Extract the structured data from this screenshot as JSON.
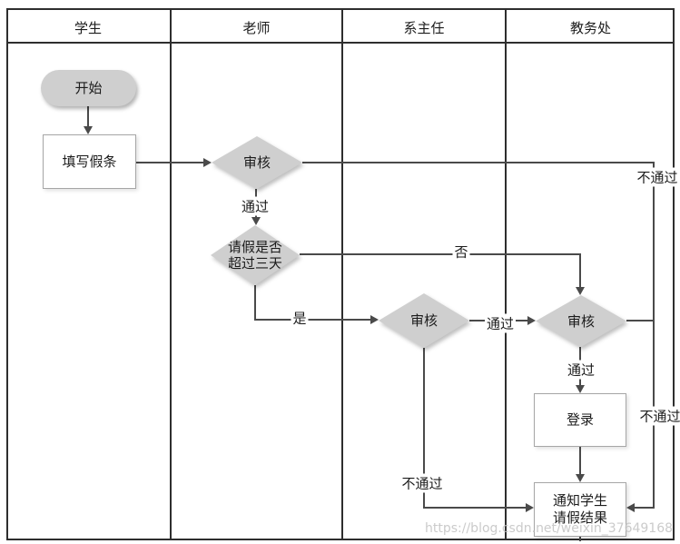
{
  "colors": {
    "frame": "#2e2e2e",
    "flow_line": "#4a4a4a",
    "shape_fill": "#cfcfcf",
    "box_border": "#a6a6a6",
    "text": "#1c1c1c",
    "watermark": "#c2c2c2"
  },
  "lanes": [
    {
      "label": "学生"
    },
    {
      "label": "老师"
    },
    {
      "label": "系主任"
    },
    {
      "label": "教务处"
    }
  ],
  "nodes": {
    "start": {
      "label": "开始",
      "type": "terminator"
    },
    "fill_leave_form": {
      "label": "填写假条",
      "type": "process"
    },
    "teacher_review": {
      "label": "审核",
      "type": "decision"
    },
    "over_three_days": {
      "label": "请假是否\n超过三天",
      "type": "decision"
    },
    "dept_head_review": {
      "label": "审核",
      "type": "decision"
    },
    "office_review": {
      "label": "审核",
      "type": "decision"
    },
    "register": {
      "label": "登录",
      "type": "process"
    },
    "notify_student": {
      "label": "通知学生\n请假结果",
      "type": "process"
    }
  },
  "edge_labels": {
    "teacher_pass": "通过",
    "no": "否",
    "yes": "是",
    "dept_pass": "通过",
    "office_pass": "通过",
    "teacher_fail": "不通过",
    "office_fail": "不通过",
    "dept_fail": "不通过"
  },
  "watermark": "https://blog.csdn.net/weixin_37649168"
}
